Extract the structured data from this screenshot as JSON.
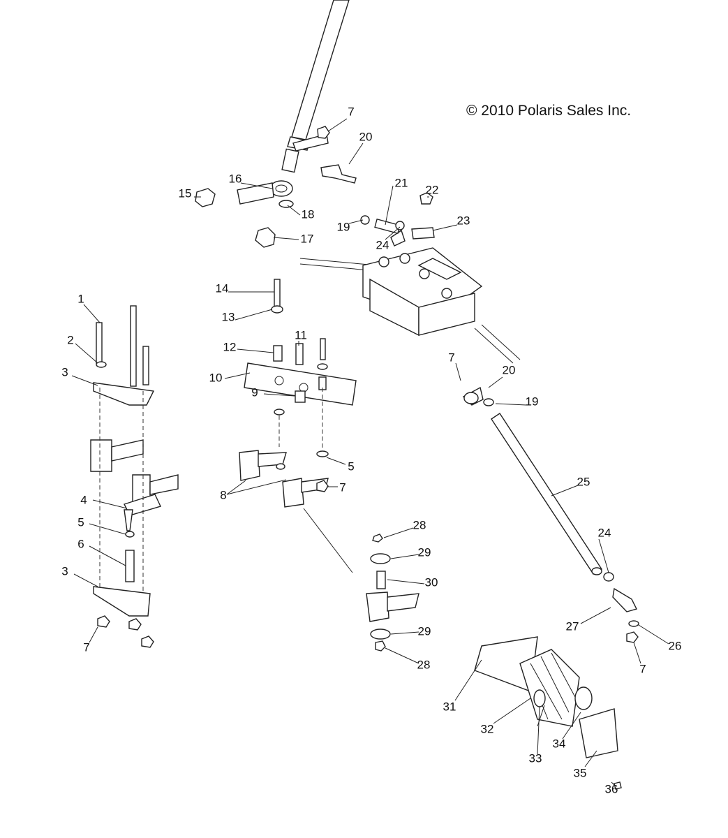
{
  "copyright": "© 2010 Polaris Sales Inc.",
  "callouts": [
    "7",
    "20",
    "16",
    "15",
    "21",
    "22",
    "23",
    "18",
    "19",
    "24",
    "17",
    "14",
    "1",
    "13",
    "11",
    "2",
    "12",
    "3",
    "10",
    "7",
    "20",
    "9",
    "19",
    "5",
    "25",
    "7",
    "8",
    "4",
    "5",
    "28",
    "6",
    "24",
    "29",
    "30",
    "3",
    "27",
    "29",
    "26",
    "7",
    "28",
    "7",
    "31",
    "32",
    "33",
    "34",
    "35",
    "36"
  ]
}
